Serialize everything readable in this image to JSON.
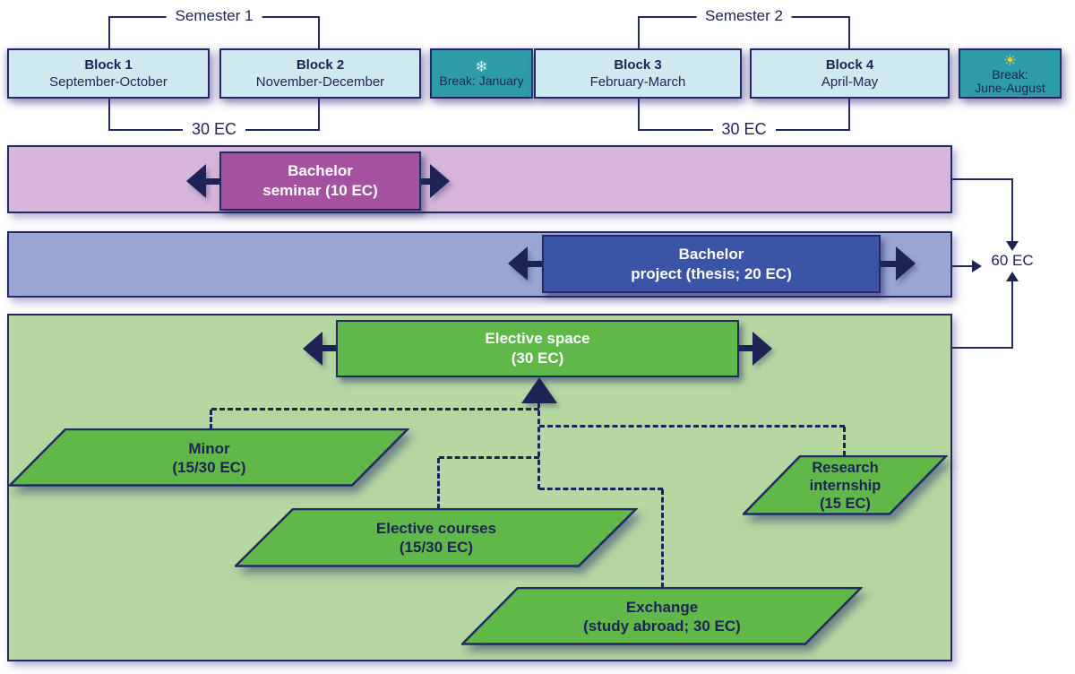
{
  "palette": {
    "navy": "#1d2455",
    "line": "#232a63",
    "block_fill": "#cfe9f1",
    "break_fill": "#2d9ca8",
    "seminar_band": "#d7b6d9",
    "seminar_box": "#a4519f",
    "project_band": "#9aa6d3",
    "project_box": "#3b54a5",
    "elective_band": "#b5d8a3",
    "elective_box": "#5fb848",
    "sun": "#f0d11e",
    "snowflake": "#d8eef5"
  },
  "timeline": {
    "semester1": {
      "label": "Semester 1",
      "ec": "30 EC"
    },
    "semester2": {
      "label": "Semester 2",
      "ec": "30 EC"
    },
    "blocks": [
      {
        "title": "Block 1",
        "months": "September-October"
      },
      {
        "title": "Block 2",
        "months": "November-December"
      },
      {
        "title": "Block 3",
        "months": "February-March"
      },
      {
        "title": "Block 4",
        "months": "April-May"
      }
    ],
    "breaks": [
      {
        "glyph": "❄",
        "label": "Break: January"
      },
      {
        "glyph": "☀",
        "line1": "Break:",
        "line2": "June-August"
      }
    ]
  },
  "tracks": {
    "seminar": {
      "line1": "Bachelor",
      "line2": "seminar (10 EC)"
    },
    "project": {
      "line1": "Bachelor",
      "line2": "project (thesis; 20 EC)"
    },
    "elective": {
      "line1": "Elective space",
      "line2": "(30 EC)"
    }
  },
  "elective_options": [
    {
      "line1": "Minor",
      "line2": "(15/30 EC)"
    },
    {
      "line1": "Elective courses",
      "line2": "(15/30 EC)"
    },
    {
      "line1": "Exchange",
      "line2": "(study abroad; 30 EC)"
    },
    {
      "line1": "Research",
      "line2": "internship",
      "line3": "(15 EC)"
    }
  ],
  "total_ec": "60 EC"
}
